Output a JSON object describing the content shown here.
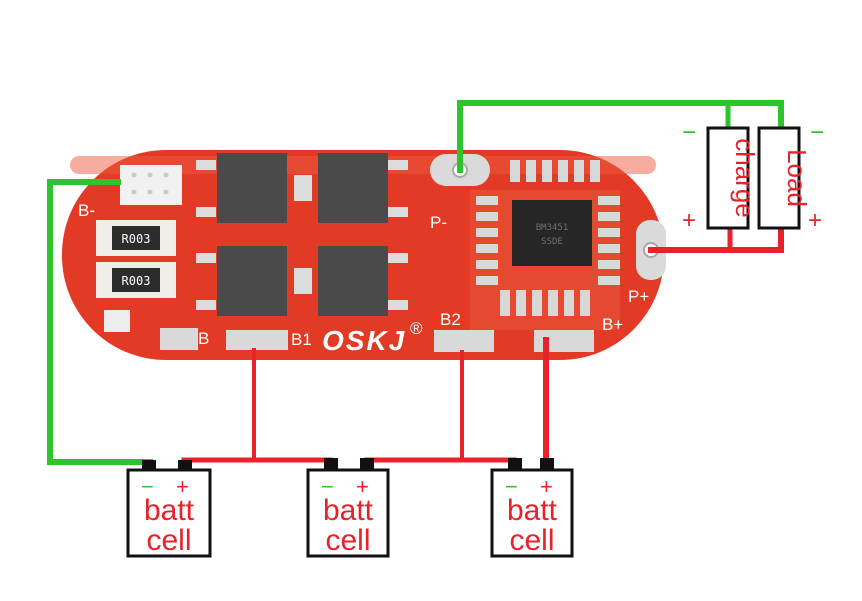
{
  "board": {
    "brand": "OSKJ",
    "registered_mark": "®",
    "pad_labels": {
      "b_minus": "B-",
      "p_minus": "P-",
      "p_plus": "P+",
      "b1": "B1",
      "b2": "B2",
      "b_plus": "B+",
      "b_small": "B"
    },
    "resistor_marking": "R003"
  },
  "terminals": {
    "charge_label": "charge",
    "load_label": "Load",
    "minus_sign": "−",
    "plus_sign": "+"
  },
  "cells": [
    {
      "line1": "batt",
      "line2": "cell",
      "minus": "−",
      "plus": "+"
    },
    {
      "line1": "batt",
      "line2": "cell",
      "minus": "−",
      "plus": "+"
    },
    {
      "line1": "batt",
      "line2": "cell",
      "minus": "−",
      "plus": "+"
    }
  ],
  "colors": {
    "pcb": "#e23a24",
    "positive_wire": "#e8212b",
    "negative_wire": "#2ec42e",
    "mosfet": "#4a4a4a"
  }
}
